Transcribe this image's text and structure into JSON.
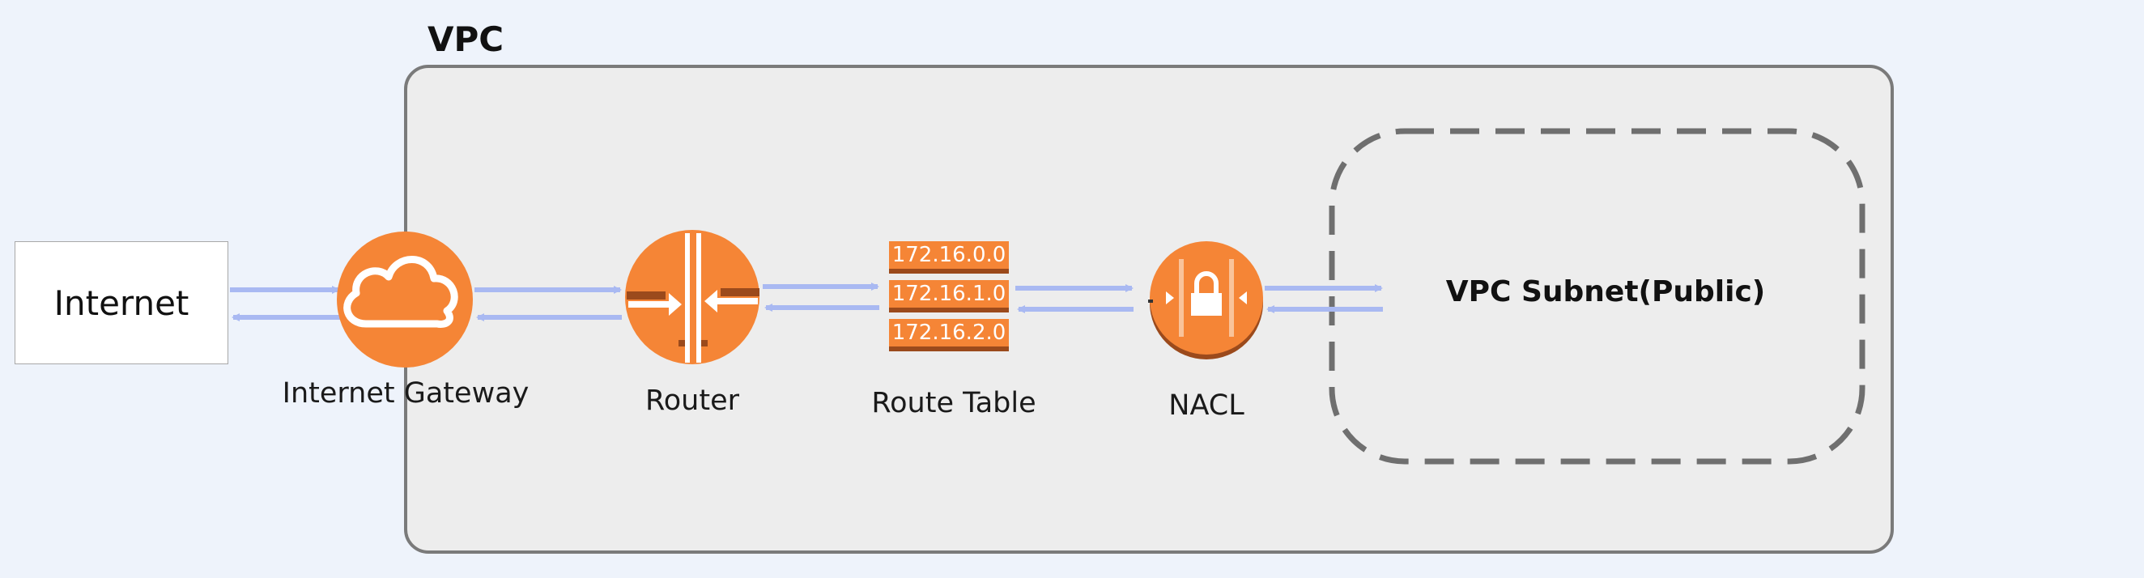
{
  "title": "VPC",
  "internet": {
    "label": "Internet"
  },
  "nodes": {
    "internet_gateway": "Internet Gateway",
    "router": "Router",
    "route_table": "Route Table",
    "nacl": "NACL"
  },
  "route_table_entries": [
    "172.16.0.0",
    "172.16.1.0",
    "172.16.2.0"
  ],
  "subnet": {
    "label": "VPC Subnet(Public)"
  },
  "colors": {
    "aws_orange": "#f58536",
    "aws_dark_orange": "#9b4a1c",
    "arrow": "#a9b9f2",
    "vpc_fill": "#ededed",
    "vpc_border": "#7a7a7a",
    "background": "#eef3fb"
  },
  "icons": [
    "cloud-icon",
    "router-icon",
    "lock-icon"
  ]
}
